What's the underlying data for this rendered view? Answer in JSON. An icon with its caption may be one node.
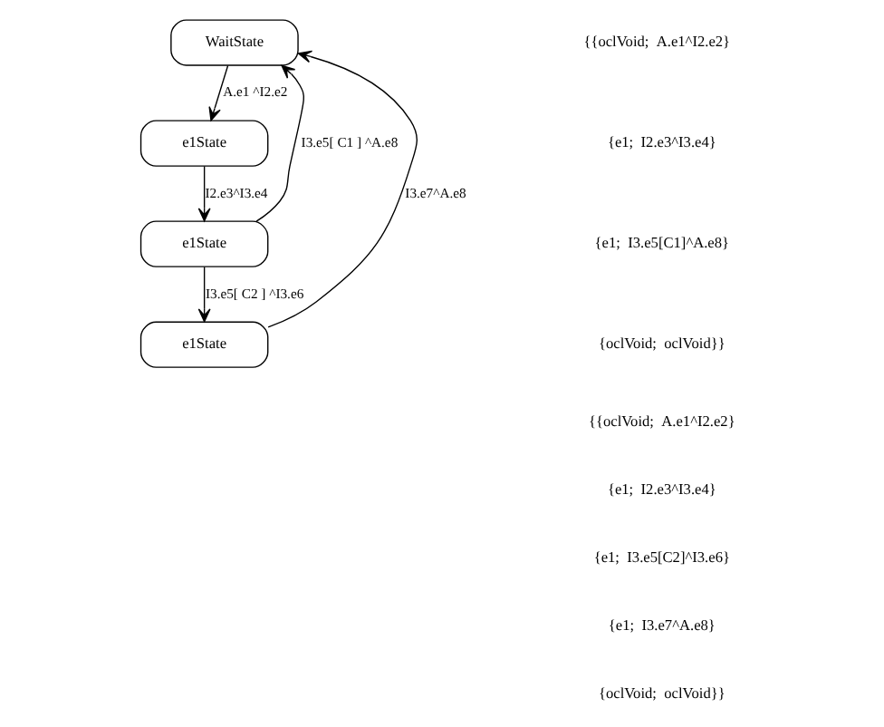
{
  "diagram": {
    "nodes": [
      {
        "text": [
          "WaitState"
        ]
      },
      {
        "text": [
          "e1State"
        ]
      },
      {
        "text": [
          "e1State"
        ]
      },
      {
        "text": [
          "e1State"
        ]
      }
    ],
    "edges": [
      {
        "from": 0,
        "to": 1,
        "arrow": "to",
        "label": "A.e1 ^I2.e2"
      },
      {
        "from": 1,
        "to": 2,
        "arrow": "to",
        "label": "I2.e3^I3.e4"
      },
      {
        "from": 2,
        "to": 0,
        "arrow": "to",
        "label": "I3.e5[ C1 ] ^A.e8"
      },
      {
        "from": 2,
        "to": 3,
        "arrow": "to",
        "label": "I3.e5[ C2 ] ^I3.e6"
      },
      {
        "from": 3,
        "to": 0,
        "arrow": "to",
        "label": "I3.e7^A.e8"
      }
    ],
    "labels": [
      "{{oclVoid;  A.e1^I2.e2}",
      "{e1;  I2.e3^I3.e4}",
      "{e1;  I3.e5[C1]^A.e8}",
      "{oclVoid;  oclVoid}}",
      "{{oclVoid;  A.e1^I2.e2}",
      "{e1;  I2.e3^I3.e4}",
      "{e1;  I3.e5[C2]^I3.e6}",
      "{e1;  I3.e7^A.e8}",
      "{oclVoid;  oclVoid}}"
    ]
  }
}
